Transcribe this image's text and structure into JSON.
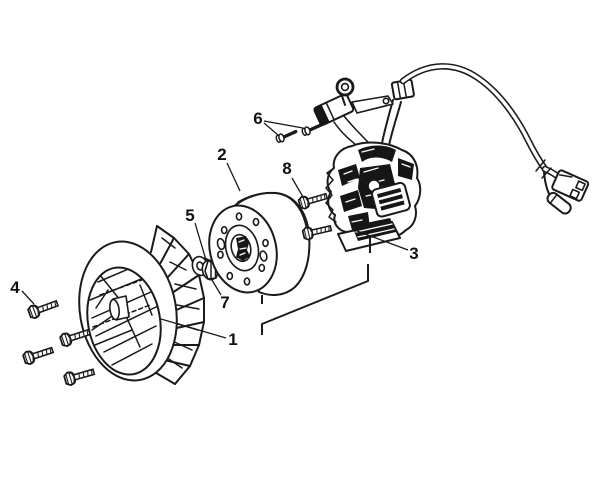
{
  "figure": {
    "background_color": "#ffffff",
    "line_color": "#1a1a1a"
  },
  "callouts": [
    {
      "label": "1"
    },
    {
      "label": "2"
    },
    {
      "label": "3"
    },
    {
      "label": "4"
    },
    {
      "label": "5"
    },
    {
      "label": "6"
    },
    {
      "label": "7"
    },
    {
      "label": "8"
    }
  ]
}
